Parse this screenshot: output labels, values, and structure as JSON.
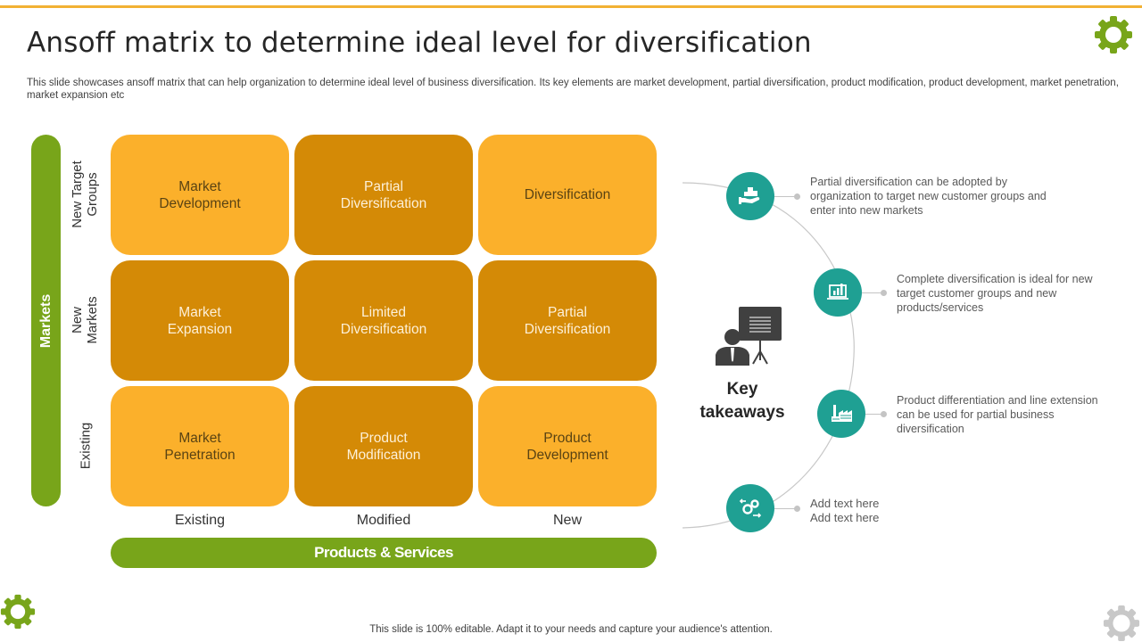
{
  "header": {
    "title": "Ansoff matrix to determine ideal level for diversification",
    "subtitle": "This slide showcases ansoff matrix that can help organization to determine ideal level of business diversification. Its key elements are market development, partial diversification, product modification, product development, market penetration, market expansion etc"
  },
  "matrix": {
    "y_axis_label": "Markets",
    "x_axis_label": "Products & Services",
    "row_labels": [
      "New Target\nGroups",
      "New\nMarkets",
      "Existing"
    ],
    "row_labels_flat": [
      "New Target Groups",
      "New Markets",
      "Existing"
    ],
    "col_labels": [
      "Existing",
      "Modified",
      "New"
    ],
    "cells": [
      {
        "label": "Market\nDevelopment",
        "tone": "light"
      },
      {
        "label": "Partial\nDiversification",
        "tone": "dark"
      },
      {
        "label": "Diversification",
        "tone": "light"
      },
      {
        "label": "Market\nExpansion",
        "tone": "dark"
      },
      {
        "label": "Limited\nDiversification",
        "tone": "dark"
      },
      {
        "label": "Partial\nDiversification",
        "tone": "dark"
      },
      {
        "label": "Market\nPenetration",
        "tone": "light"
      },
      {
        "label": "Product\nModification",
        "tone": "dark"
      },
      {
        "label": "Product\nDevelopment",
        "tone": "light"
      }
    ]
  },
  "takeaways": {
    "label": "Key takeaways",
    "label_line1": "Key",
    "label_line2": "takeaways",
    "items": [
      {
        "icon": "hand-buildings-icon",
        "text": "Partial diversification  can be adopted by organization to target new customer groups and enter into new markets"
      },
      {
        "icon": "laptop-chart-icon",
        "text": "Complete diversification  is ideal for new target customer groups and new products/services"
      },
      {
        "icon": "factory-icon",
        "text": "Product differentiation  and line extension can be used for partial business diversification"
      },
      {
        "icon": "gears-arrows-icon",
        "text": "Add text here\nAdd text here"
      }
    ]
  },
  "footer": {
    "text": "This slide is 100% editable. Adapt it to your needs and capture your audience's attention."
  },
  "colors": {
    "accent_orange": "#f2b134",
    "cell_light": "#fbb02b",
    "cell_dark": "#d48a06",
    "green": "#78a51a",
    "teal": "#1fa093",
    "gray_gear": "#c8c8c8"
  }
}
